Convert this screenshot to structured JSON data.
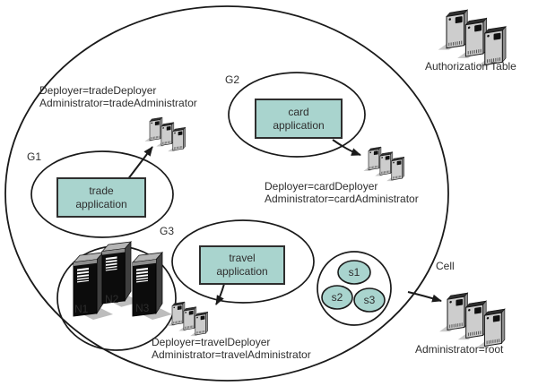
{
  "colors": {
    "app_box_fill": "#a9d4ce",
    "line": "#1a1a1a",
    "text": "#2e2e2e"
  },
  "icons": {
    "authorization_table": "server-stack-icon",
    "group_deploy_target": "server-stack-icon",
    "cell_admin": "server-stack-icon",
    "node": "tower-server-icon"
  },
  "authorization_table": {
    "label": "Authorization Table"
  },
  "cell": {
    "label": "Cell",
    "admin": "Administrator=root"
  },
  "groups": [
    {
      "label": "G1",
      "app": {
        "line1": "trade",
        "line2": "application"
      },
      "acl": {
        "line1": "Deployer=tradeDeployer",
        "line2": "Administrator=tradeAdministrator"
      }
    },
    {
      "label": "G2",
      "app": {
        "line1": "card",
        "line2": "application"
      },
      "acl": {
        "line1": "Deployer=cardDeployer",
        "line2": "Administrator=cardAdministrator"
      }
    },
    {
      "label": "G3",
      "app": {
        "line1": "travel",
        "line2": "application"
      },
      "acl": {
        "line1": "Deployer=travelDeployer",
        "line2": "Administrator=travelAdministrator"
      }
    }
  ],
  "nodes": [
    {
      "label": "N1"
    },
    {
      "label": "N2"
    },
    {
      "label": "N3"
    }
  ],
  "servers": [
    {
      "label": "s1"
    },
    {
      "label": "s2"
    },
    {
      "label": "s3"
    }
  ]
}
